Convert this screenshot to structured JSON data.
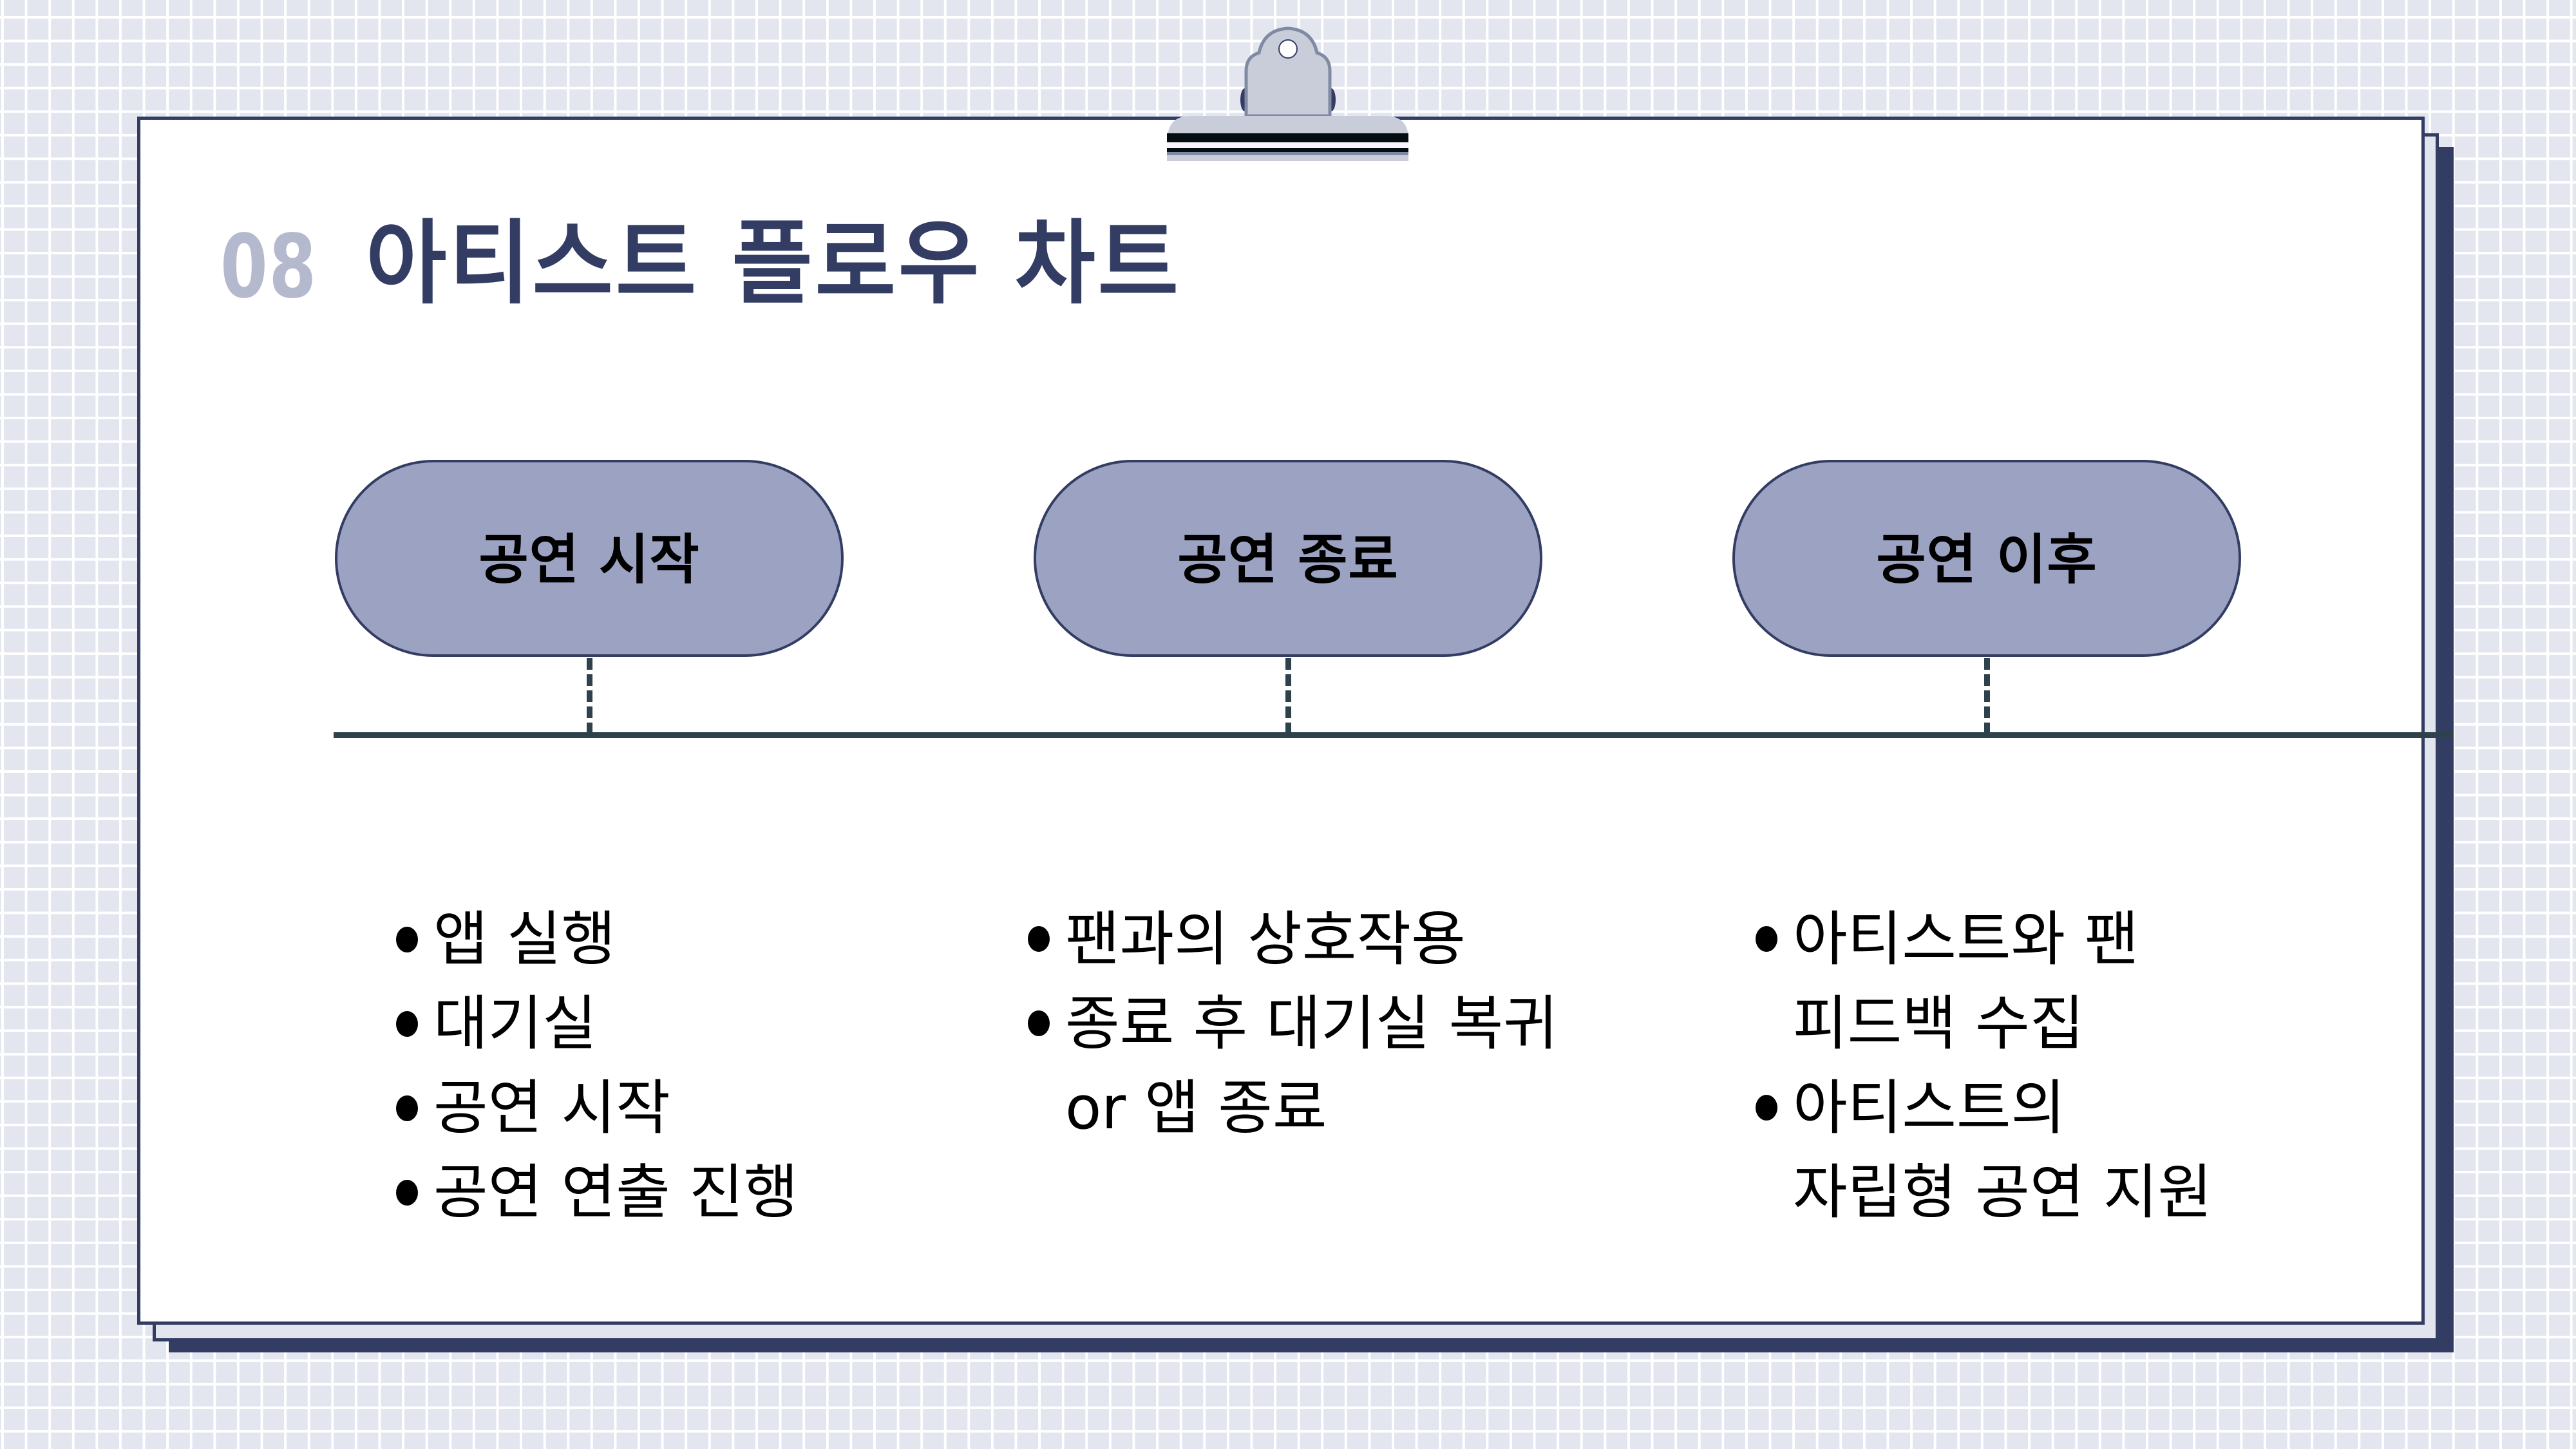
{
  "slide": {
    "number": "08",
    "title": "아티스트 플로우 차트"
  },
  "colors": {
    "background": "#e3e5ef",
    "grid_line": "#ffffff",
    "card": "#ffffff",
    "card_border": "#333d63",
    "card_shadow": "#333d63",
    "pill_fill": "#9ca3c2",
    "title_number": "#b4b9ce",
    "title_text": "#333d63",
    "timeline": "#2e424b"
  },
  "stages": [
    {
      "label": "공연 시작",
      "bullets": [
        [
          "앱 실행"
        ],
        [
          "대기실"
        ],
        [
          "공연 시작"
        ],
        [
          "공연 연출 진행"
        ]
      ]
    },
    {
      "label": "공연 종료",
      "bullets": [
        [
          "팬과의 상호작용"
        ],
        [
          "종료 후 대기실 복귀",
          "or 앱 종료"
        ]
      ]
    },
    {
      "label": "공연 이후",
      "bullets": [
        [
          "아티스트와 팬",
          "피드백 수집"
        ],
        [
          "아티스트의",
          "자립형 공연 지원"
        ]
      ]
    }
  ],
  "decorations": {
    "clip_icon": "binder-clip-icon",
    "bullet_icon": "bullet-dot-icon"
  }
}
